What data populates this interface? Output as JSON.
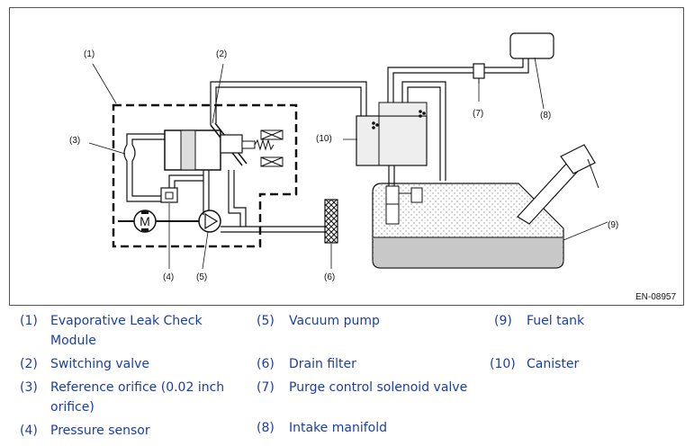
{
  "figure": {
    "id": "EN-08957",
    "callouts": [
      "(1)",
      "(2)",
      "(3)",
      "(4)",
      "(5)",
      "(6)",
      "(7)",
      "(8)",
      "(9)",
      "(10)"
    ],
    "motor_symbol": "M"
  },
  "legend": {
    "items": [
      {
        "num": "(1)",
        "label": "Evaporative Leak Check",
        "label2": "Module"
      },
      {
        "num": "(2)",
        "label": "Switching valve",
        "label2": ""
      },
      {
        "num": "(3)",
        "label": "Reference orifice (0.02 inch",
        "label2": "orifice)"
      },
      {
        "num": "(4)",
        "label": "Pressure sensor",
        "label2": ""
      },
      {
        "num": "(5)",
        "label": "Vacuum pump",
        "label2": ""
      },
      {
        "num": "(6)",
        "label": "Drain filter",
        "label2": ""
      },
      {
        "num": "(7)",
        "label": "Purge control solenoid valve",
        "label2": ""
      },
      {
        "num": "(8)",
        "label": "Intake manifold",
        "label2": ""
      },
      {
        "num": "(9)",
        "label": "Fuel tank",
        "label2": ""
      },
      {
        "num": "(10)",
        "label": "Canister",
        "label2": ""
      }
    ]
  },
  "colors": {
    "legend_text": "#1a3da8",
    "line": "#111111",
    "fill_gray": "#c8c8c8",
    "fill_light": "#eeeeee"
  }
}
